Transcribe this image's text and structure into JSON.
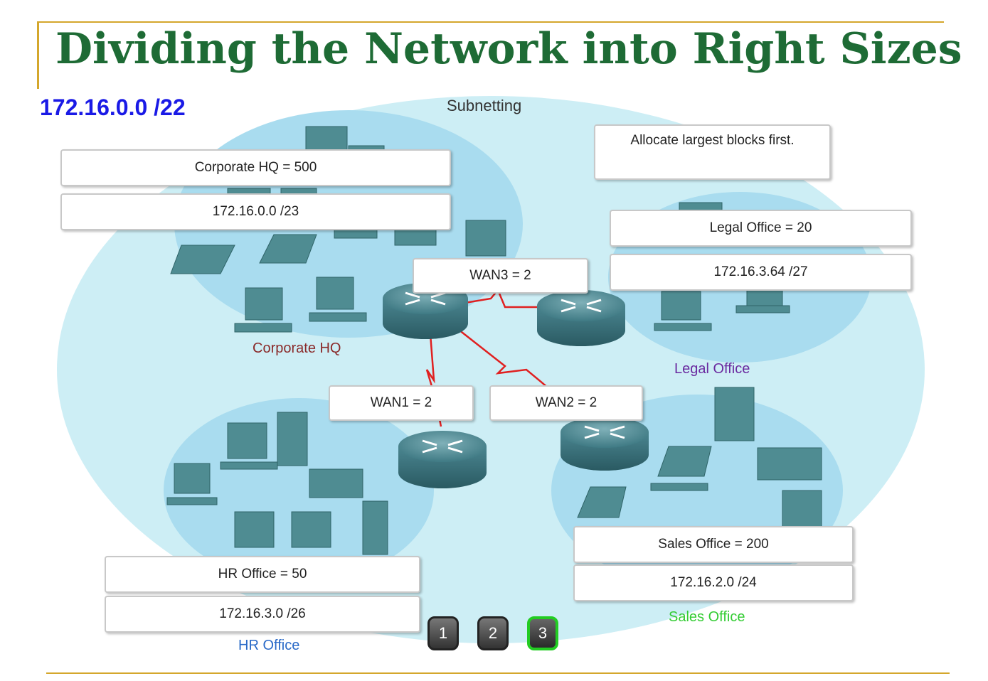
{
  "title": "Dividing the Network into Right Sizes",
  "network": "172.16.0.0 /22",
  "heading": "Subnetting",
  "note": "Allocate largest blocks first.",
  "sites": {
    "corporate": {
      "requirement": "Corporate HQ = 500",
      "subnet": "172.16.0.0 /23",
      "label": "Corporate HQ"
    },
    "legal": {
      "requirement": "Legal Office = 20",
      "subnet": "172.16.3.64 /27",
      "label": "Legal Office"
    },
    "hr": {
      "requirement": "HR Office = 50",
      "subnet": "172.16.3.0 /26",
      "label": "HR Office"
    },
    "sales": {
      "requirement": "Sales Office = 200",
      "subnet": "172.16.2.0 /24",
      "label": "Sales Office"
    }
  },
  "wan": {
    "wan1": "WAN1 = 2",
    "wan2": "WAN2 = 2",
    "wan3": "WAN3 = 2"
  },
  "nav": [
    "1",
    "2",
    "3"
  ],
  "active_step": "3",
  "colors": {
    "title": "#1e6b35",
    "network": "#1a1ae6",
    "corporate_label": "#8a2a2a",
    "legal_label": "#6a2aa0",
    "hr_label": "#2a6ac8",
    "sales_label": "#33cc33",
    "link": "#e02020",
    "accent": "#d4a72c"
  }
}
